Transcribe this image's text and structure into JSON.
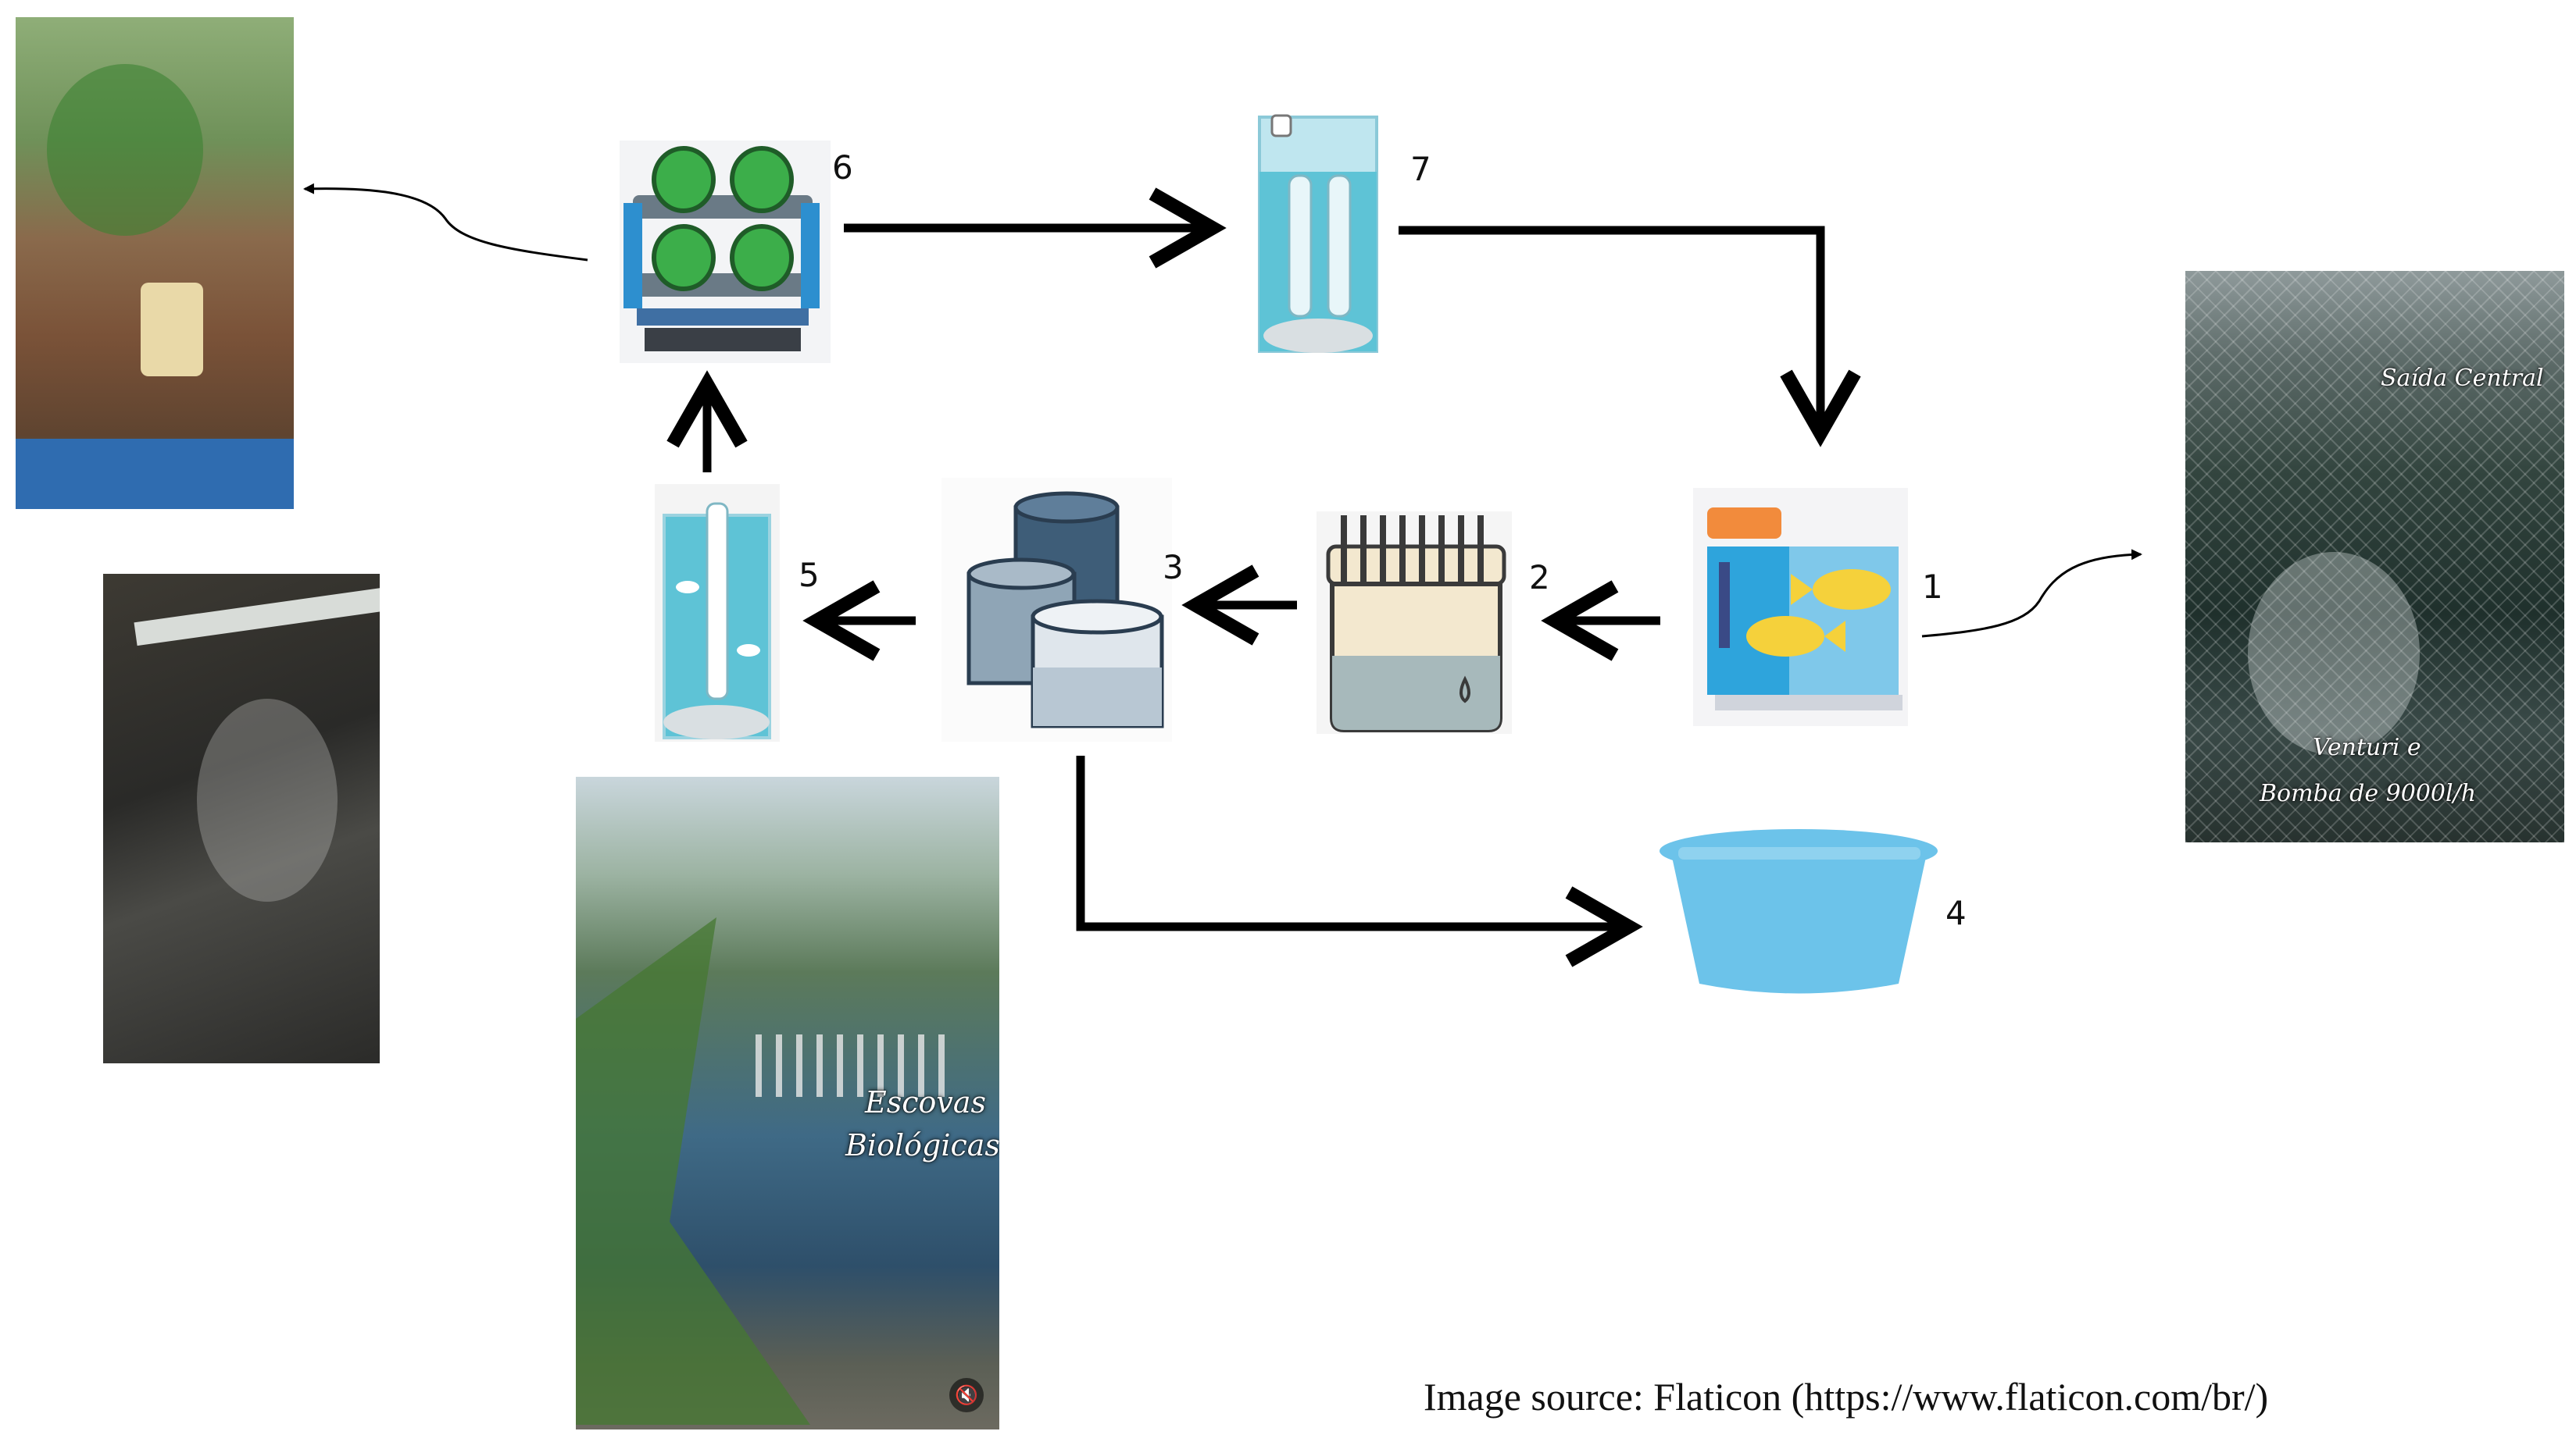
{
  "nodes": [
    {
      "id": "1",
      "label": "1",
      "icon": "aquarium-fish-tank-icon"
    },
    {
      "id": "2",
      "label": "2",
      "icon": "mechanical-filter-icon"
    },
    {
      "id": "3",
      "label": "3",
      "icon": "settling-tanks-icon"
    },
    {
      "id": "4",
      "label": "4",
      "icon": "water-reservoir-icon"
    },
    {
      "id": "5",
      "label": "5",
      "icon": "biofilter-column-icon"
    },
    {
      "id": "6",
      "label": "6",
      "icon": "hydroponic-lettuce-icon"
    },
    {
      "id": "7",
      "label": "7",
      "icon": "purification-column-icon"
    }
  ],
  "photos": {
    "tank": {
      "line1": "Saída Central",
      "line2": "Venturi e",
      "line3": "Bomba de 9000l/h"
    },
    "greenhouse": {
      "line1": "Escovas",
      "line2": "Biológicas"
    }
  },
  "caption": "Image source: Flaticon (https://www.flaticon.com/br/)",
  "colors": {
    "water": "#5ec3d6",
    "leaf": "#3cae4a",
    "fish": "#f5d13b",
    "reservoir": "#6cc3ea",
    "arrow": "#000000"
  }
}
